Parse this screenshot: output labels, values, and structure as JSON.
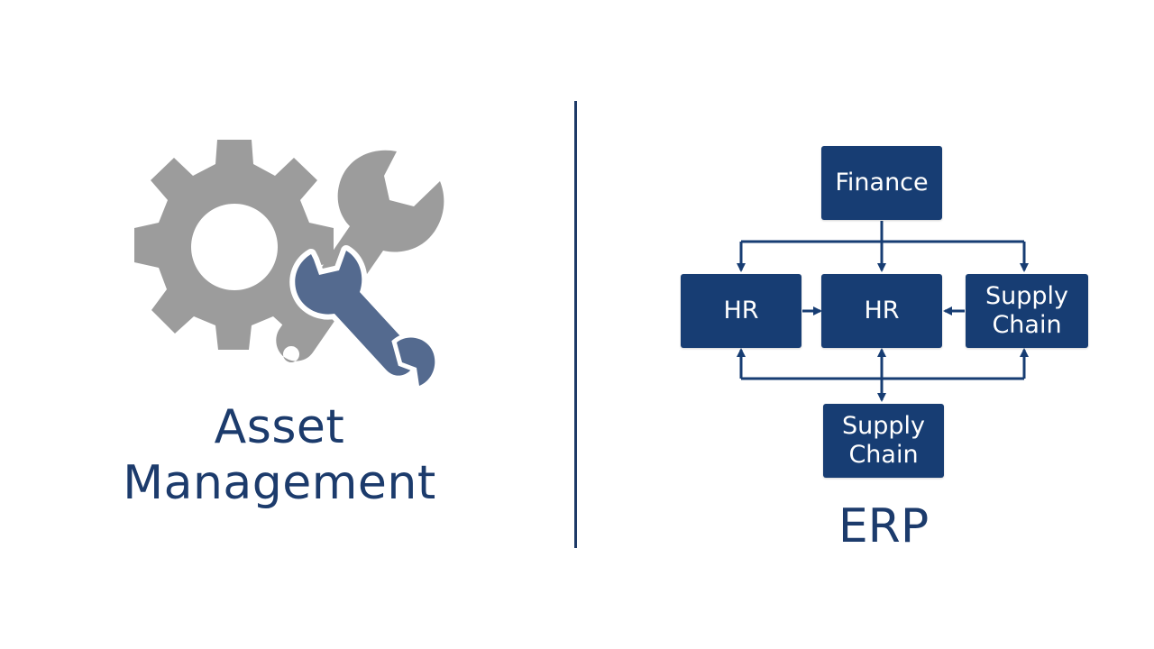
{
  "asset_management": {
    "title_line_1": "Asset",
    "title_line_2": "Management",
    "icon_gear": "gear-icon",
    "icon_wrench_back": "wrench-icon",
    "icon_wrench_front": "wrench-icon"
  },
  "erp": {
    "label": "ERP",
    "nodes": {
      "finance": "Finance",
      "hr_left": "HR",
      "hr_center": "HR",
      "supply_chain_right_line_1": "Supply",
      "supply_chain_right_line_2": "Chain",
      "supply_chain_bottom_line_1": "Supply",
      "supply_chain_bottom_line_2": "Chain"
    }
  },
  "colors": {
    "accent": "#1c3b6c",
    "node_fill": "#173d73",
    "gear_gray": "#9c9c9c",
    "wrench_blue_gray": "#546a8f"
  }
}
